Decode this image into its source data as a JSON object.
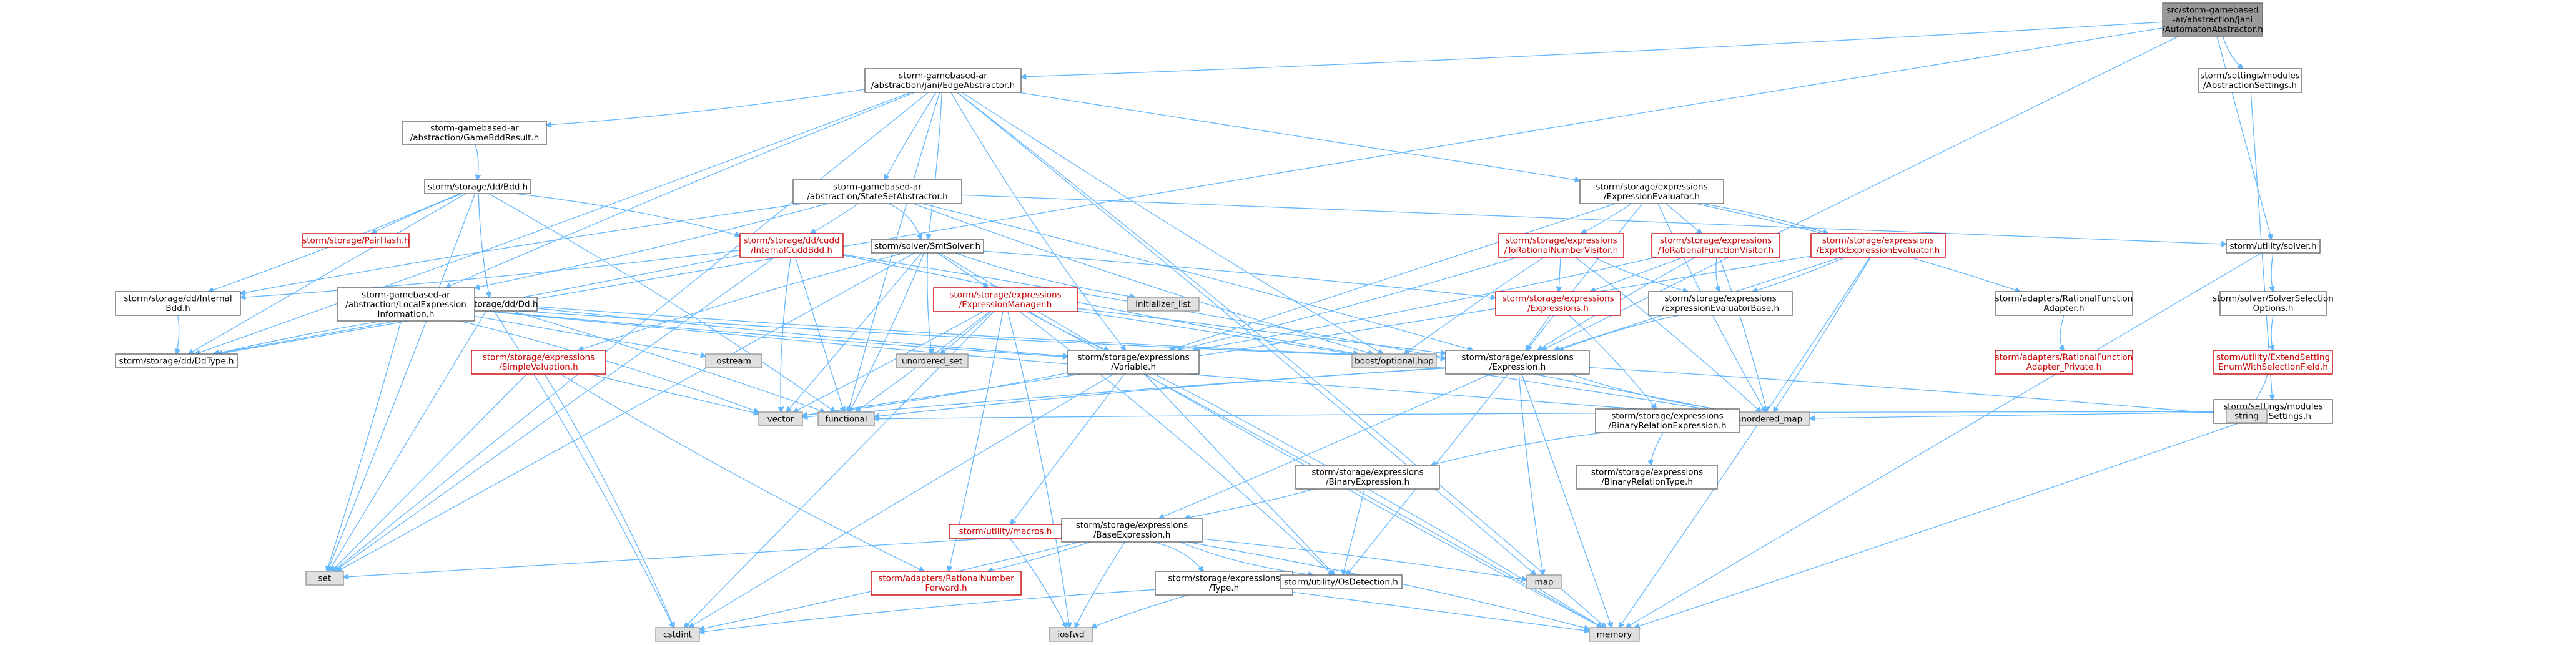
{
  "colors": {
    "edge": "#63b8ff",
    "root_fill": "#999999",
    "red_text": "#cc0000",
    "system_fill": "#e0e0e0"
  },
  "nodes": [
    {
      "id": "root",
      "kind": "root",
      "lines": [
        "src/storm-gamebased",
        "-ar/abstraction/jani",
        "/AutomatonAbstractor.h"
      ]
    },
    {
      "id": "edge_abs",
      "kind": "normal",
      "lines": [
        "storm-gamebased-ar",
        "/abstraction/jani/EdgeAbstractor.h"
      ]
    },
    {
      "id": "abs_settings",
      "kind": "normal",
      "lines": [
        "storm/settings/modules",
        "/AbstractionSettings.h"
      ]
    },
    {
      "id": "game_bdd_result",
      "kind": "normal",
      "lines": [
        "storm-gamebased-ar",
        "/abstraction/GameBddResult.h"
      ]
    },
    {
      "id": "stateset_abs",
      "kind": "normal",
      "lines": [
        "storm-gamebased-ar",
        "/abstraction/StateSetAbstractor.h"
      ]
    },
    {
      "id": "expr_evaluator",
      "kind": "normal",
      "lines": [
        "storm/storage/expressions",
        "/ExpressionEvaluator.h"
      ]
    },
    {
      "id": "bdd",
      "kind": "normal",
      "lines": [
        "storm/storage/dd/Bdd.h"
      ]
    },
    {
      "id": "pair_hash",
      "kind": "red",
      "lines": [
        "storm/storage/PairHash.h"
      ]
    },
    {
      "id": "internal_cudd_bdd",
      "kind": "red",
      "lines": [
        "storm/storage/dd/cudd",
        "/InternalCuddBdd.h"
      ]
    },
    {
      "id": "smt_solver",
      "kind": "normal",
      "lines": [
        "storm/solver/SmtSolver.h"
      ]
    },
    {
      "id": "to_rational_number",
      "kind": "red",
      "lines": [
        "storm/storage/expressions",
        "/ToRationalNumberVisitor.h"
      ]
    },
    {
      "id": "to_rational_function",
      "kind": "red",
      "lines": [
        "storm/storage/expressions",
        "/ToRationalFunctionVisitor.h"
      ]
    },
    {
      "id": "exprtk_evaluator",
      "kind": "red",
      "lines": [
        "storm/storage/expressions",
        "/ExprtkExpressionEvaluator.h"
      ]
    },
    {
      "id": "utility_solver",
      "kind": "normal",
      "lines": [
        "storm/utility/solver.h"
      ]
    },
    {
      "id": "internal_bdd",
      "kind": "normal",
      "lines": [
        "storm/storage/dd/Internal",
        "Bdd.h"
      ]
    },
    {
      "id": "dd",
      "kind": "normal",
      "lines": [
        "storm/storage/dd/Dd.h"
      ]
    },
    {
      "id": "local_expr_info",
      "kind": "normal",
      "lines": [
        "storm-gamebased-ar",
        "/abstraction/LocalExpression",
        "Information.h"
      ]
    },
    {
      "id": "initializer_list",
      "kind": "sys",
      "lines": [
        "initializer_list"
      ]
    },
    {
      "id": "expr_manager",
      "kind": "red",
      "lines": [
        "storm/storage/expressions",
        "/ExpressionManager.h"
      ]
    },
    {
      "id": "expressions_h",
      "kind": "red",
      "lines": [
        "storm/storage/expressions",
        "/Expressions.h"
      ]
    },
    {
      "id": "expr_eval_base",
      "kind": "normal",
      "lines": [
        "storm/storage/expressions",
        "/ExpressionEvaluatorBase.h"
      ]
    },
    {
      "id": "rational_function_adapter",
      "kind": "normal",
      "lines": [
        "storm/adapters/RationalFunction",
        "Adapter.h"
      ]
    },
    {
      "id": "solver_selection",
      "kind": "normal",
      "lines": [
        "storm/solver/SolverSelection",
        "Options.h"
      ]
    },
    {
      "id": "dd_type",
      "kind": "normal",
      "lines": [
        "storm/storage/dd/DdType.h"
      ]
    },
    {
      "id": "simple_valuation",
      "kind": "red",
      "lines": [
        "storm/storage/expressions",
        "/SimpleValuation.h"
      ]
    },
    {
      "id": "ostream",
      "kind": "sys",
      "lines": [
        "ostream"
      ]
    },
    {
      "id": "unordered_set",
      "kind": "sys",
      "lines": [
        "unordered_set"
      ]
    },
    {
      "id": "variable",
      "kind": "normal",
      "lines": [
        "storm/storage/expressions",
        "/Variable.h"
      ]
    },
    {
      "id": "boost_optional",
      "kind": "sys",
      "lines": [
        "boost/optional.hpp"
      ]
    },
    {
      "id": "expression",
      "kind": "normal",
      "lines": [
        "storm/storage/expressions",
        "/Expression.h"
      ]
    },
    {
      "id": "rational_function_private",
      "kind": "red",
      "lines": [
        "storm/adapters/RationalFunction",
        "Adapter_Private.h"
      ]
    },
    {
      "id": "extend_setting",
      "kind": "red",
      "lines": [
        "storm/utility/ExtendSetting",
        "EnumWithSelectionField.h"
      ]
    },
    {
      "id": "module_settings",
      "kind": "normal",
      "lines": [
        "storm/settings/modules",
        "/ModuleSettings.h"
      ]
    },
    {
      "id": "vector",
      "kind": "sys",
      "lines": [
        "vector"
      ]
    },
    {
      "id": "functional",
      "kind": "sys",
      "lines": [
        "functional"
      ]
    },
    {
      "id": "unordered_map",
      "kind": "sys",
      "lines": [
        "unordered_map"
      ]
    },
    {
      "id": "binary_relation_expr",
      "kind": "normal",
      "lines": [
        "storm/storage/expressions",
        "/BinaryRelationExpression.h"
      ]
    },
    {
      "id": "string",
      "kind": "sys",
      "lines": [
        "string"
      ]
    },
    {
      "id": "binary_expression",
      "kind": "normal",
      "lines": [
        "storm/storage/expressions",
        "/BinaryExpression.h"
      ]
    },
    {
      "id": "binary_relation_type",
      "kind": "normal",
      "lines": [
        "storm/storage/expressions",
        "/BinaryRelationType.h"
      ]
    },
    {
      "id": "macros",
      "kind": "red",
      "lines": [
        "storm/utility/macros.h"
      ]
    },
    {
      "id": "base_expression",
      "kind": "normal",
      "lines": [
        "storm/storage/expressions",
        "/BaseExpression.h"
      ]
    },
    {
      "id": "set",
      "kind": "sys",
      "lines": [
        "set"
      ]
    },
    {
      "id": "rational_number_forward",
      "kind": "red",
      "lines": [
        "storm/adapters/RationalNumber",
        "Forward.h"
      ]
    },
    {
      "id": "type_h",
      "kind": "normal",
      "lines": [
        "storm/storage/expressions",
        "/Type.h"
      ]
    },
    {
      "id": "os_detection",
      "kind": "normal",
      "lines": [
        "storm/utility/OsDetection.h"
      ]
    },
    {
      "id": "map",
      "kind": "sys",
      "lines": [
        "map"
      ]
    },
    {
      "id": "cstdint",
      "kind": "sys",
      "lines": [
        "cstdint"
      ]
    },
    {
      "id": "iosfwd",
      "kind": "sys",
      "lines": [
        "iosfwd"
      ]
    },
    {
      "id": "memory",
      "kind": "sys",
      "lines": [
        "memory"
      ]
    }
  ],
  "edges": [
    [
      "root",
      "edge_abs"
    ],
    [
      "root",
      "abs_settings"
    ],
    [
      "root",
      "utility_solver"
    ],
    [
      "root",
      "expression"
    ],
    [
      "root",
      "dd_type"
    ],
    [
      "edge_abs",
      "game_bdd_result"
    ],
    [
      "edge_abs",
      "stateset_abs"
    ],
    [
      "edge_abs",
      "expr_evaluator"
    ],
    [
      "edge_abs",
      "smt_solver"
    ],
    [
      "edge_abs",
      "local_expr_info"
    ],
    [
      "edge_abs",
      "dd_type"
    ],
    [
      "edge_abs",
      "boost_optional"
    ],
    [
      "edge_abs",
      "set"
    ],
    [
      "edge_abs",
      "map"
    ],
    [
      "edge_abs",
      "memory"
    ],
    [
      "edge_abs",
      "variable"
    ],
    [
      "edge_abs",
      "functional"
    ],
    [
      "abs_settings",
      "module_settings"
    ],
    [
      "game_bdd_result",
      "bdd"
    ],
    [
      "stateset_abs",
      "smt_solver"
    ],
    [
      "stateset_abs",
      "local_expr_info"
    ],
    [
      "stateset_abs",
      "internal_cudd_bdd"
    ],
    [
      "stateset_abs",
      "utility_solver"
    ],
    [
      "stateset_abs",
      "expression"
    ],
    [
      "stateset_abs",
      "internal_bdd"
    ],
    [
      "stateset_abs",
      "boost_optional"
    ],
    [
      "expr_evaluator",
      "to_rational_number"
    ],
    [
      "expr_evaluator",
      "to_rational_function"
    ],
    [
      "expr_evaluator",
      "exprtk_evaluator"
    ],
    [
      "expr_evaluator",
      "rational_function_adapter"
    ],
    [
      "expr_evaluator",
      "expression"
    ],
    [
      "expr_evaluator",
      "unordered_map"
    ],
    [
      "expr_evaluator",
      "variable"
    ],
    [
      "bdd",
      "pair_hash"
    ],
    [
      "bdd",
      "internal_cudd_bdd"
    ],
    [
      "bdd",
      "internal_bdd"
    ],
    [
      "bdd",
      "dd"
    ],
    [
      "bdd",
      "dd_type"
    ],
    [
      "bdd",
      "set"
    ],
    [
      "bdd",
      "functional"
    ],
    [
      "internal_cudd_bdd",
      "internal_bdd"
    ],
    [
      "internal_cudd_bdd",
      "dd_type"
    ],
    [
      "internal_cudd_bdd",
      "functional"
    ],
    [
      "internal_cudd_bdd",
      "set"
    ],
    [
      "internal_cudd_bdd",
      "unordered_map"
    ],
    [
      "internal_cudd_bdd",
      "vector"
    ],
    [
      "internal_cudd_bdd",
      "boost_optional"
    ],
    [
      "smt_solver",
      "expr_manager"
    ],
    [
      "smt_solver",
      "expressions_h"
    ],
    [
      "smt_solver",
      "simple_valuation"
    ],
    [
      "smt_solver",
      "initializer_list"
    ],
    [
      "smt_solver",
      "unordered_set"
    ],
    [
      "smt_solver",
      "set"
    ],
    [
      "smt_solver",
      "vector"
    ],
    [
      "smt_solver",
      "functional"
    ],
    [
      "smt_solver",
      "memory"
    ],
    [
      "to_rational_number",
      "expr_eval_base"
    ],
    [
      "to_rational_number",
      "expressions_h"
    ],
    [
      "to_rational_number",
      "unordered_map"
    ],
    [
      "to_rational_number",
      "boost_optional"
    ],
    [
      "to_rational_number",
      "variable"
    ],
    [
      "to_rational_function",
      "expr_eval_base"
    ],
    [
      "to_rational_function",
      "expressions_h"
    ],
    [
      "to_rational_function",
      "unordered_map"
    ],
    [
      "to_rational_function",
      "expression"
    ],
    [
      "to_rational_function",
      "variable"
    ],
    [
      "exprtk_evaluator",
      "expr_eval_base"
    ],
    [
      "exprtk_evaluator",
      "expression"
    ],
    [
      "exprtk_evaluator",
      "unordered_map"
    ],
    [
      "exprtk_evaluator",
      "memory"
    ],
    [
      "exprtk_evaluator",
      "vector"
    ],
    [
      "utility_solver",
      "solver_selection"
    ],
    [
      "utility_solver",
      "memory"
    ],
    [
      "internal_bdd",
      "dd_type"
    ],
    [
      "dd",
      "dd_type"
    ],
    [
      "dd",
      "expression"
    ],
    [
      "dd",
      "variable"
    ],
    [
      "dd",
      "set"
    ],
    [
      "dd",
      "functional"
    ],
    [
      "dd",
      "cstdint"
    ],
    [
      "local_expr_info",
      "expression"
    ],
    [
      "local_expr_info",
      "variable"
    ],
    [
      "local_expr_info",
      "ostream"
    ],
    [
      "local_expr_info",
      "set"
    ],
    [
      "local_expr_info",
      "vector"
    ],
    [
      "local_expr_info",
      "unordered_map"
    ],
    [
      "expr_manager",
      "variable"
    ],
    [
      "expr_manager",
      "expression"
    ],
    [
      "expr_manager",
      "rational_number_forward"
    ],
    [
      "expr_manager",
      "os_detection"
    ],
    [
      "expr_manager",
      "unordered_set"
    ],
    [
      "expr_manager",
      "vector"
    ],
    [
      "expr_manager",
      "unordered_map"
    ],
    [
      "expr_manager",
      "memory"
    ],
    [
      "expr_manager",
      "iosfwd"
    ],
    [
      "expr_manager",
      "functional"
    ],
    [
      "expr_manager",
      "cstdint"
    ],
    [
      "expressions_h",
      "expression"
    ],
    [
      "expressions_h",
      "binary_relation_expr"
    ],
    [
      "expr_eval_base",
      "expression"
    ],
    [
      "rational_function_adapter",
      "rational_function_private"
    ],
    [
      "solver_selection",
      "extend_setting"
    ],
    [
      "simple_valuation",
      "vector"
    ],
    [
      "simple_valuation",
      "set"
    ],
    [
      "simple_valuation",
      "cstdint"
    ],
    [
      "simple_valuation",
      "rational_number_forward"
    ],
    [
      "variable",
      "macros"
    ],
    [
      "variable",
      "os_detection"
    ],
    [
      "variable",
      "cstdint"
    ],
    [
      "variable",
      "memory"
    ],
    [
      "variable",
      "vector"
    ],
    [
      "expression",
      "base_expression"
    ],
    [
      "expression",
      "os_detection"
    ],
    [
      "expression",
      "vector"
    ],
    [
      "expression",
      "functional"
    ],
    [
      "expression",
      "unordered_map"
    ],
    [
      "expression",
      "map"
    ],
    [
      "expression",
      "memory"
    ],
    [
      "expression",
      "string"
    ],
    [
      "extend_setting",
      "string"
    ],
    [
      "module_settings",
      "string"
    ],
    [
      "module_settings",
      "memory"
    ],
    [
      "module_settings",
      "unordered_map"
    ],
    [
      "module_settings",
      "functional"
    ],
    [
      "binary_relation_expr",
      "binary_expression"
    ],
    [
      "binary_relation_expr",
      "binary_relation_type"
    ],
    [
      "binary_expression",
      "base_expression"
    ],
    [
      "binary_expression",
      "os_detection"
    ],
    [
      "macros",
      "iosfwd"
    ],
    [
      "base_expression",
      "type_h"
    ],
    [
      "base_expression",
      "os_detection"
    ],
    [
      "base_expression",
      "rational_number_forward"
    ],
    [
      "base_expression",
      "set"
    ],
    [
      "base_expression",
      "map"
    ],
    [
      "base_expression",
      "memory"
    ],
    [
      "base_expression",
      "iosfwd"
    ],
    [
      "base_expression",
      "cstdint"
    ],
    [
      "type_h",
      "memory"
    ],
    [
      "type_h",
      "iosfwd"
    ],
    [
      "type_h",
      "cstdint"
    ]
  ]
}
